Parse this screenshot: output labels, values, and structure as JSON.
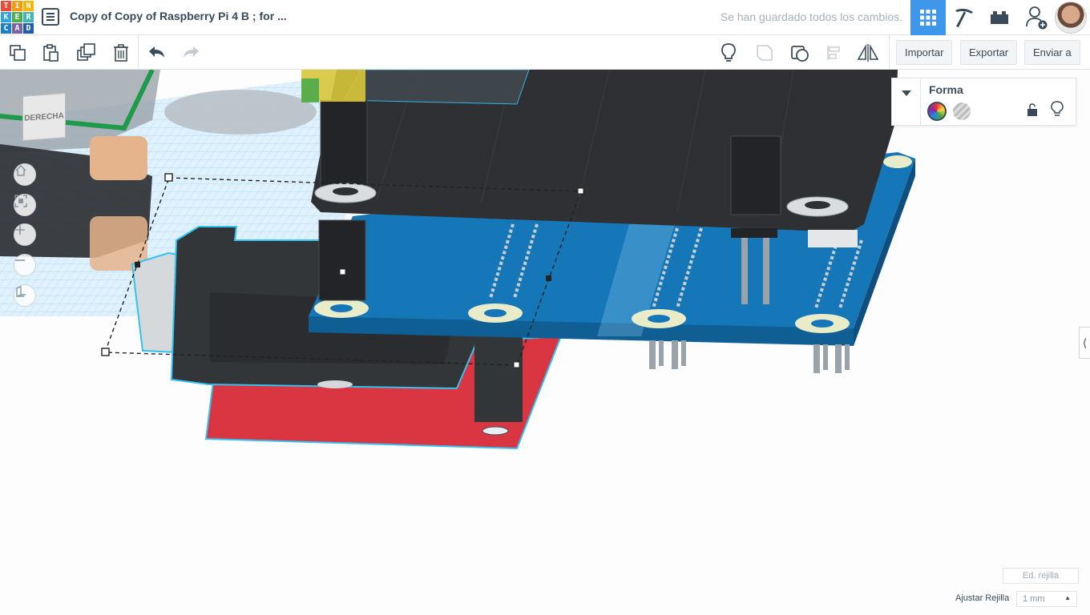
{
  "logo": {
    "letters": [
      "T",
      "I",
      "N",
      "K",
      "E",
      "R",
      "C",
      "A",
      "D"
    ]
  },
  "header": {
    "doc_title": "Copy of Copy of Raspberry Pi 4 B ; for ...",
    "save_status": "Se han guardado todos los cambios.",
    "buttons": [
      "3d-design-view",
      "codeblocks-view",
      "bricks-view",
      "invite-user"
    ]
  },
  "toolbar": {
    "import_label": "Importar",
    "export_label": "Exportar",
    "send_label": "Enviar a"
  },
  "viewcube": {
    "face_label": "DERECHA"
  },
  "shape_panel": {
    "title": "Forma"
  },
  "bottom": {
    "edit_grid_label": "Ed. rejilla",
    "snap_label": "Ajustar Rejilla",
    "snap_value": "1 mm"
  },
  "colors": {
    "accent": "#3e97ea",
    "board_blue": "#1577b8",
    "board_red": "#d93641",
    "shape_dark": "#2e3033",
    "selection": "#35c1f1"
  }
}
